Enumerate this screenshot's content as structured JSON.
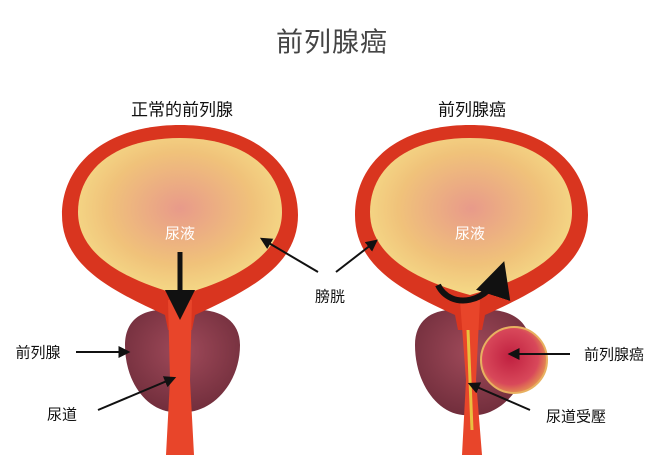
{
  "title": "前列腺癌",
  "left_panel": {
    "heading": "正常的前列腺",
    "urine_label": "尿液"
  },
  "right_panel": {
    "heading": "前列腺癌",
    "urine_label": "尿液"
  },
  "labels": {
    "bladder": "膀胱",
    "prostate": "前列腺",
    "urethra": "尿道",
    "prostate_cancer": "前列腺癌",
    "urethra_compressed": "尿道受壓"
  },
  "colors": {
    "bladder_wall": "#d9351f",
    "bladder_inner": "#f3d27a",
    "prostate": "#8b3a4a",
    "tumor": "#c8283a"
  }
}
